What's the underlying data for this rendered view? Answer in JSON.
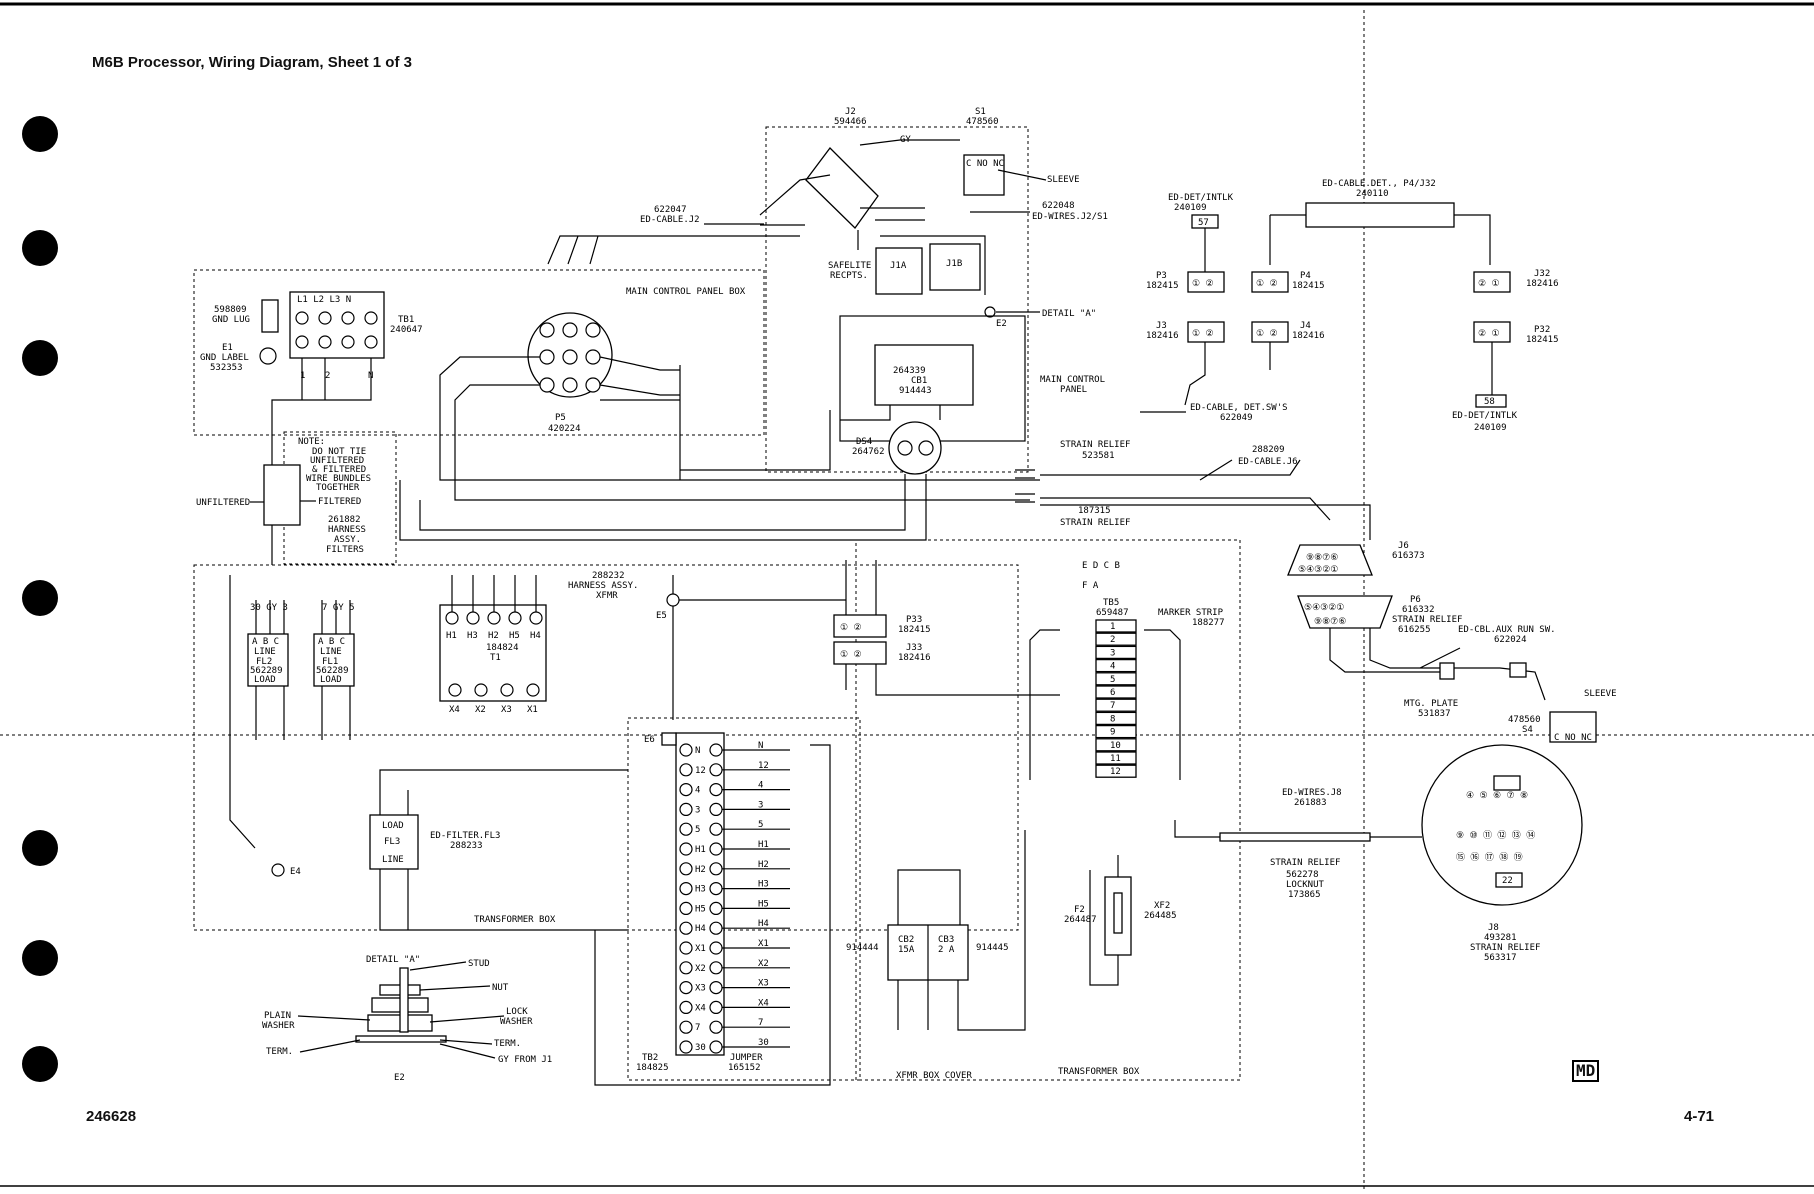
{
  "page": {
    "title": "M6B Processor, Wiring Diagram, Sheet 1 of 3",
    "doc_number": "246628",
    "page_number": "4-71",
    "mark": "MD"
  },
  "labels": {
    "j2": "J2",
    "j2_pn": "594466",
    "s1": "S1",
    "s1_pn": "478560",
    "sleeve": "SLEEVE",
    "ed_wires_j2_s1_pn": "622048",
    "ed_wires_j2_s1": "ED-WIRES.J2/S1",
    "ed_cable_j2_pn": "622047",
    "ed_cable_j2": "ED-CABLE.J2",
    "safelite": "SAFELITE",
    "recpts": "RECPTS.",
    "j1a": "J1A",
    "j1b": "J1B",
    "detail_a_ref": "DETAIL \"A\"",
    "e2_ref": "E2",
    "main_control_panel_box": "MAIN CONTROL PANEL BOX",
    "cb1_pn": "264339",
    "cb1": "CB1",
    "cb1_pn2": "914443",
    "ds4": "DS4",
    "ds4_pn": "264762",
    "main_control_panel_1": "MAIN CONTROL",
    "main_control_panel_2": "PANEL",
    "strain_relief_1": "STRAIN RELIEF",
    "strain_relief_1_pn": "523581",
    "strain_relief_2_pn": "187315",
    "strain_relief_2": "STRAIN RELIEF",
    "p5": "P5",
    "p5_pn": "420224",
    "gnd_lug_pn": "598809",
    "gnd_lug": "GND LUG",
    "e1": "E1",
    "gnd_label": "GND LABEL",
    "gnd_label_pn": "532353",
    "tb1": "TB1",
    "tb1_pn": "240647",
    "note_1": "NOTE:",
    "note_2": "DO NOT TIE",
    "note_3": "UNFILTERED",
    "note_4": "& FILTERED",
    "note_5": "WIRE BUNDLES",
    "note_6": "TOGETHER",
    "unfiltered": "UNFILTERED",
    "filtered": "FILTERED",
    "harness_pn": "261882",
    "harness_1": "HARNESS",
    "harness_2": "ASSY.",
    "harness_3": "FILTERS",
    "ed_det_intlk_top": "ED-DET/INTLK",
    "ed_det_intlk_top_pn": "240109",
    "ed_cable_det_p4_j32": "ED-CABLE.DET., P4/J32",
    "ed_cable_det_pn": "240110",
    "p3": "P3",
    "p3_pn": "182415",
    "p4": "P4",
    "p4_pn": "182415",
    "j32": "J32",
    "j32_pn": "182416",
    "j3": "J3",
    "j3_pn": "182416",
    "j4": "J4",
    "j4_pn": "182416",
    "p32": "P32",
    "p32_pn": "182415",
    "ed_cable_det_sws": "ED-CABLE, DET.SW'S",
    "ed_cable_det_sws_pn": "622049",
    "ed_det_intlk_bot": "ED-DET/INTLK",
    "ed_det_intlk_bot_pn": "240109",
    "ed_cable_j6_pn": "288209",
    "ed_cable_j6": "ED-CABLE.J6",
    "j6": "J6",
    "j6_pn": "616373",
    "p6": "P6",
    "p6_pn": "616332",
    "strain_relief_p6": "STRAIN RELIEF",
    "strain_relief_p6_pn": "616255",
    "ed_cbl_aux": "ED-CBL.AUX RUN SW.",
    "ed_cbl_aux_pn": "622024",
    "sleeve_2": "SLEEVE",
    "mtg_plate": "MTG. PLATE",
    "mtg_plate_pn": "531837",
    "s4_pn": "478560",
    "s4": "S4",
    "harness_xfmr_pn": "288232",
    "harness_xfmr_1": "HARNESS ASSY.",
    "harness_xfmr_2": "XFMR",
    "e5": "E5",
    "t1_pn": "184824",
    "t1": "T1",
    "p33": "P33",
    "p33_pn": "182415",
    "j33": "J33",
    "j33_pn": "182416",
    "tb5": "TB5",
    "tb5_pn": "659487",
    "marker_strip": "MARKER STRIP",
    "marker_strip_pn": "188277",
    "fl2": "FL2",
    "fl2_pn": "562289",
    "fl1": "FL1",
    "fl1_pn": "562289",
    "line": "LINE",
    "load": "LOAD",
    "e6": "E6",
    "fl3": "FL3",
    "ed_filter_fl3": "ED-FILTER.FL3",
    "ed_filter_fl3_pn": "288233",
    "e4": "E4",
    "transformer_box": "TRANSFORMER BOX",
    "tb2": "TB2",
    "tb2_pn": "184825",
    "jumper": "JUMPER",
    "jumper_pn": "165152",
    "ed_wires_j8": "ED-WIRES.J8",
    "ed_wires_j8_pn": "261883",
    "strain_relief_j8": "STRAIN RELIEF",
    "strain_relief_j8_pn": "562278",
    "locknut": "LOCKNUT",
    "locknut_pn": "173865",
    "j8": "J8",
    "j8_pn": "493281",
    "strain_relief_j8b": "STRAIN RELIEF",
    "strain_relief_j8b_pn": "563317",
    "f2": "F2",
    "f2_pn": "264487",
    "xf2": "XF2",
    "xf2_pn": "264485",
    "cb2": "CB2",
    "cb2_rating": "15A",
    "cb3": "CB3",
    "cb3_rating": "2 A",
    "cb2_pn": "914444",
    "cb3_pn": "914445",
    "xfmr_box_cover": "XFMR BOX COVER",
    "transformer_box_2": "TRANSFORMER BOX",
    "detail_a": "DETAIL \"A\"",
    "stud": "STUD",
    "nut": "NUT",
    "plain_washer_1": "PLAIN",
    "plain_washer_2": "WASHER",
    "lock_washer_1": "LOCK",
    "lock_washer_2": "WASHER",
    "term_left": "TERM.",
    "term_right": "TERM.",
    "gy_from_j1": "GY FROM J1",
    "e2": "E2"
  },
  "tb2_rows": [
    "N",
    "12",
    "4",
    "3",
    "5",
    "H1",
    "H2",
    "H3",
    "H5",
    "H4",
    "X1",
    "X2",
    "X3",
    "X4",
    "7",
    "30"
  ],
  "tb5_rows": [
    "1",
    "2",
    "3",
    "4",
    "5",
    "6",
    "7",
    "8",
    "9",
    "10",
    "11",
    "12"
  ],
  "tb1_terminals": [
    "L1",
    "L2",
    "L3",
    "N"
  ],
  "tb1_wires": [
    "1",
    "2",
    "N"
  ],
  "t1_top": [
    "H1",
    "H3",
    "H2",
    "H5",
    "H4"
  ],
  "t1_bottom": [
    "X4",
    "X2",
    "X3",
    "X1"
  ]
}
